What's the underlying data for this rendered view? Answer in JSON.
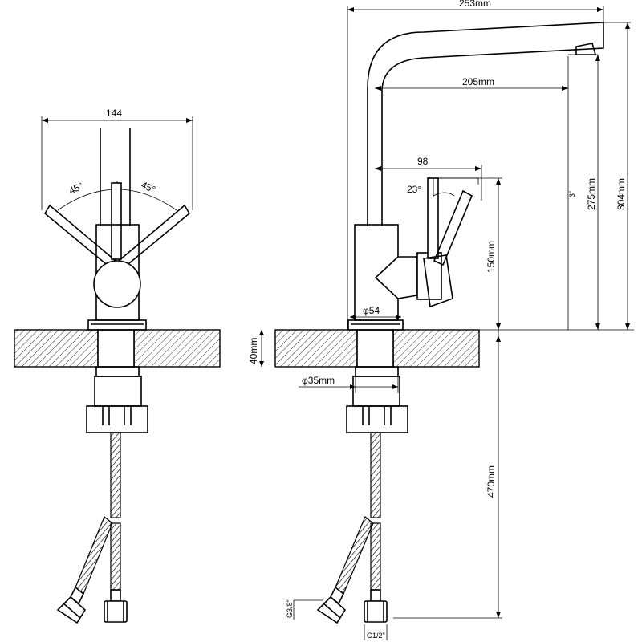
{
  "front_view": {
    "width_label": "144",
    "angle_left": "45°",
    "angle_right": "45°"
  },
  "side_view": {
    "total_length": "253mm",
    "spout_reach": "205mm",
    "handle_offset": "98",
    "handle_angle": "23°",
    "spout_tilt": "3°",
    "outlet_height": "275mm",
    "total_height": "304mm",
    "body_height": "150mm",
    "base_diameter": "φ54",
    "shank_diameter": "φ35mm",
    "counter_thickness": "40mm",
    "hose_length": "470mm",
    "thread_side": "G3/8\"",
    "thread_bottom": "G1/2\""
  }
}
